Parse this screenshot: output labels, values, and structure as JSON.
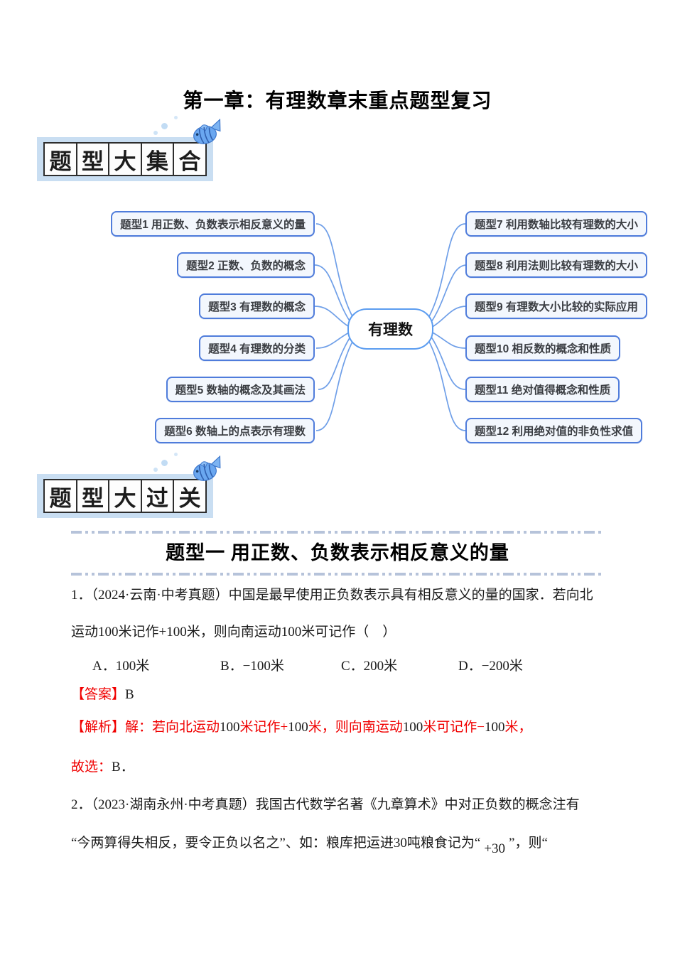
{
  "page": {
    "title": "第一章：有理数章末重点题型复习"
  },
  "banners": {
    "collection": [
      "题",
      "型",
      "大",
      "集",
      "合"
    ],
    "pass": [
      "题",
      "型",
      "大",
      "过",
      "关"
    ],
    "fish_icon": "blue-tropical-fish",
    "banner_bg": "#c9def2"
  },
  "mindmap": {
    "center": "有理数",
    "left": [
      "题型1 用正数、负数表示相反意义的量",
      "题型2 正数、负数的概念",
      "题型3 有理数的概念",
      "题型4 有理数的分类",
      "题型5  数轴的概念及其画法",
      "题型6 数轴上的点表示有理数"
    ],
    "right": [
      "题型7 利用数轴比较有理数的大小",
      "题型8 利用法则比较有理数的大小",
      "题型9 有理数大小比较的实际应用",
      "题型10 相反数的概念和性质",
      "题型11 绝对值得概念和性质",
      "题型12 利用绝对值的非负性求值"
    ],
    "node_border_color": "#4f7cdb",
    "link_color": "#6f9fe8"
  },
  "section": {
    "title": "题型一 用正数、负数表示相反意义的量",
    "divider_color": "#b6c3da"
  },
  "q1": {
    "line1": "1．（2024·云南·中考真题）中国是最早使用正负数表示具有相反意义的量的国家．若向北",
    "line2": "运动100米记作+100米，则向南运动100米可记作（　）",
    "options": [
      "A．100米",
      "B．−100米",
      "C．200米",
      "D．−200米"
    ],
    "answer": [
      {
        "t": "【答案】",
        "c": "red"
      },
      {
        "t": "B",
        "c": "blk"
      }
    ],
    "analysis": [
      {
        "t": "【解析】解：若向北运动",
        "c": "red"
      },
      {
        "t": "100",
        "c": "blk"
      },
      {
        "t": "米记作+",
        "c": "red"
      },
      {
        "t": "100",
        "c": "blk"
      },
      {
        "t": "米，则向南运动",
        "c": "red"
      },
      {
        "t": "100",
        "c": "blk"
      },
      {
        "t": "米可记作−",
        "c": "red"
      },
      {
        "t": "100",
        "c": "blk"
      },
      {
        "t": "米，",
        "c": "red"
      }
    ],
    "conclusion": [
      {
        "t": "故选：",
        "c": "red"
      },
      {
        "t": "B．",
        "c": "blk"
      }
    ],
    "answer_red": "#f00000"
  },
  "q2": {
    "line1": "2．（2023·湖南永州·中考真题）我国古代数学名著《九章算术》中对正负数的概念注有",
    "line2": [
      {
        "t": "“今两算得失相反，要令正负以名之”、如：粮库把运进30吨粮食记为“",
        "c": "blk"
      },
      {
        "t": "+30",
        "c": "blk",
        "cls": "lowered"
      },
      {
        "t": "”，则“",
        "c": "blk"
      }
    ]
  }
}
